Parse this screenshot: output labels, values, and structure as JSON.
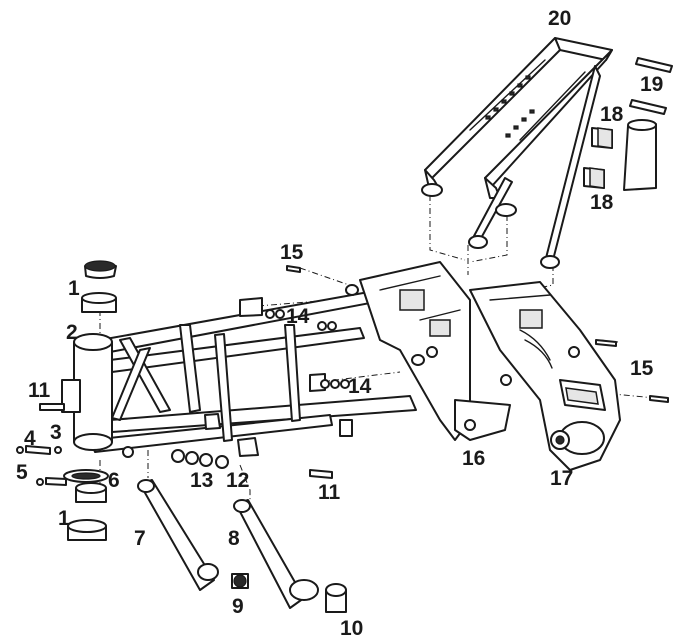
{
  "diagram": {
    "callouts": [
      {
        "id": "c1a",
        "text": "1"
      },
      {
        "id": "c1b",
        "text": "1"
      },
      {
        "id": "c2",
        "text": "2"
      },
      {
        "id": "c3",
        "text": "3"
      },
      {
        "id": "c4",
        "text": "4"
      },
      {
        "id": "c5",
        "text": "5"
      },
      {
        "id": "c6",
        "text": "6"
      },
      {
        "id": "c7",
        "text": "7"
      },
      {
        "id": "c8",
        "text": "8"
      },
      {
        "id": "c9",
        "text": "9"
      },
      {
        "id": "c10",
        "text": "10"
      },
      {
        "id": "c11a",
        "text": "11"
      },
      {
        "id": "c11b",
        "text": "11"
      },
      {
        "id": "c12",
        "text": "12"
      },
      {
        "id": "c13",
        "text": "13"
      },
      {
        "id": "c14a",
        "text": "14"
      },
      {
        "id": "c14b",
        "text": "14"
      },
      {
        "id": "c15a",
        "text": "15"
      },
      {
        "id": "c15b",
        "text": "15"
      },
      {
        "id": "c16",
        "text": "16"
      },
      {
        "id": "c17",
        "text": "17"
      },
      {
        "id": "c18a",
        "text": "18"
      },
      {
        "id": "c18b",
        "text": "18"
      },
      {
        "id": "c19",
        "text": "19"
      },
      {
        "id": "c20",
        "text": "20"
      }
    ]
  }
}
